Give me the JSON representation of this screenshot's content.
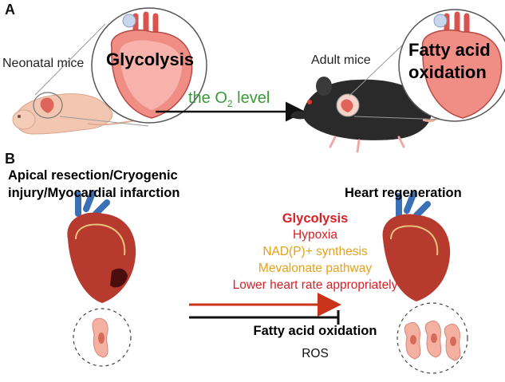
{
  "panel_a": {
    "label": "A",
    "neonatal_label": "Neonatal mice",
    "adult_label": "Adult mice",
    "neonatal_metabolism": "Glycolysis",
    "adult_metabolism_line1": "Fatty acid",
    "adult_metabolism_line2": "oxidation",
    "arrow_label_prefix": "the O",
    "arrow_label_sub": "2",
    "arrow_label_suffix": " level"
  },
  "panel_b": {
    "label": "B",
    "injury_line1": "Apical resection/Cryogenic",
    "injury_line2": "injury/Myocardial infarction",
    "outcome": "Heart regeneration",
    "promoters": [
      {
        "text": "Glycolysis",
        "color": "#d91f26"
      },
      {
        "text": "Hypoxia",
        "color": "#d91f26"
      },
      {
        "text": "NAD(P)+ synthesis",
        "color": "#e3a21a"
      },
      {
        "text": "Mevalonate pathway",
        "color": "#e3a21a"
      },
      {
        "text": "Lower heart rate appropriately",
        "color": "#d91f26"
      }
    ],
    "inhibitors": [
      {
        "text": "Fatty acid oxidation"
      },
      {
        "text": "ROS"
      }
    ]
  },
  "colors": {
    "arrow_label": "#3a9a3a",
    "promote_arrow": "#c9331a",
    "inhibit_line": "#111111"
  }
}
